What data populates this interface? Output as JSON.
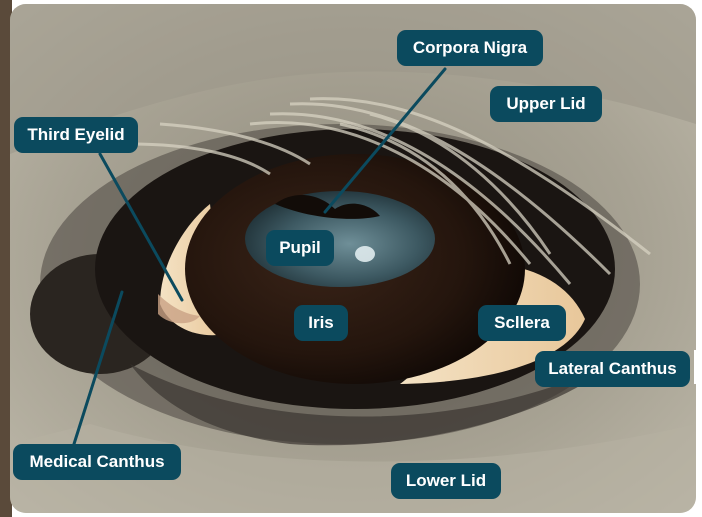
{
  "diagram": {
    "labels": {
      "corpora_nigra": "Corpora Nigra",
      "upper_lid": "Upper Lid",
      "third_eyelid": "Third Eyelid",
      "pupil": "Pupil",
      "iris": "Iris",
      "sclera": "Scllera",
      "lateral_canthus": "Lateral Canthus",
      "medical_canthus": "Medical Canthus",
      "lower_lid": "Lower Lid"
    },
    "colors": {
      "label_bg": "#0b4a5e",
      "label_text": "#ffffff",
      "leader_line": "#0b4a5e"
    }
  }
}
